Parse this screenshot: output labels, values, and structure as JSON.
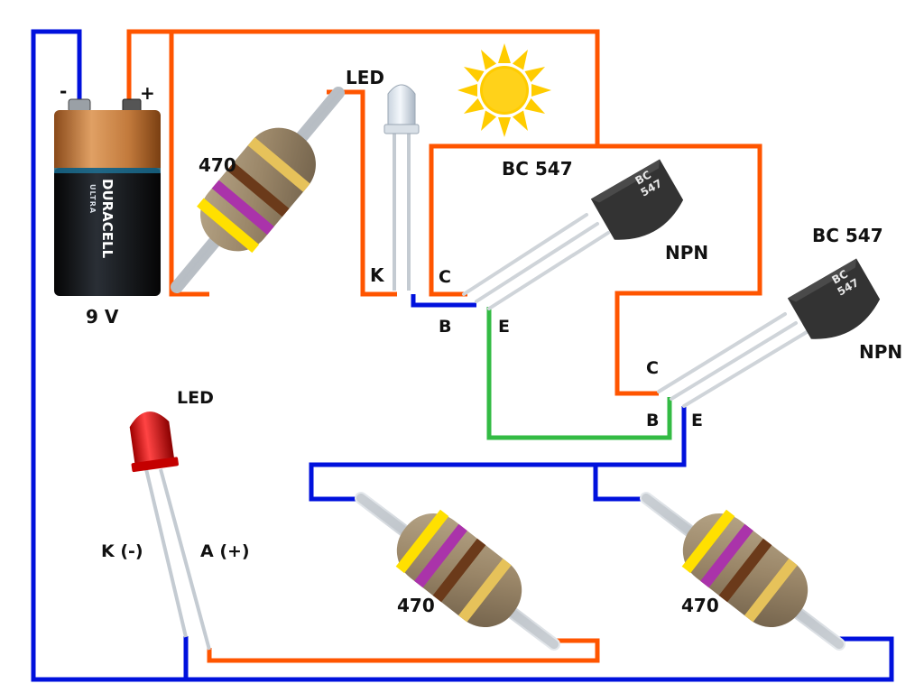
{
  "battery": {
    "brand": "DURACELL",
    "sub": "ULTRA",
    "label": "9 V",
    "minus": "-",
    "plus": "+"
  },
  "labels": {
    "resistor_top": "470",
    "resistor_mid": "470",
    "resistor_right": "470",
    "led_top": "LED",
    "led_top_k": "K",
    "led_red": "LED",
    "led_red_k": "K (-)",
    "led_red_a": "A (+)"
  },
  "transistor1": {
    "part": "BC 547",
    "type": "NPN",
    "chip_line1": "BC",
    "chip_line2": "547",
    "pin_c": "C",
    "pin_b": "B",
    "pin_e": "E"
  },
  "transistor2": {
    "part": "BC 547",
    "type": "NPN",
    "chip_line1": "BC",
    "chip_line2": "547",
    "pin_c": "C",
    "pin_b": "B",
    "pin_e": "E"
  },
  "colors": {
    "wire_positive": "#ff5500",
    "wire_negative": "#0011dd",
    "wire_emitter": "#33bb44",
    "sun": "#ffcc00",
    "led_red": "#dd1111",
    "transistor_body": "#333333"
  }
}
